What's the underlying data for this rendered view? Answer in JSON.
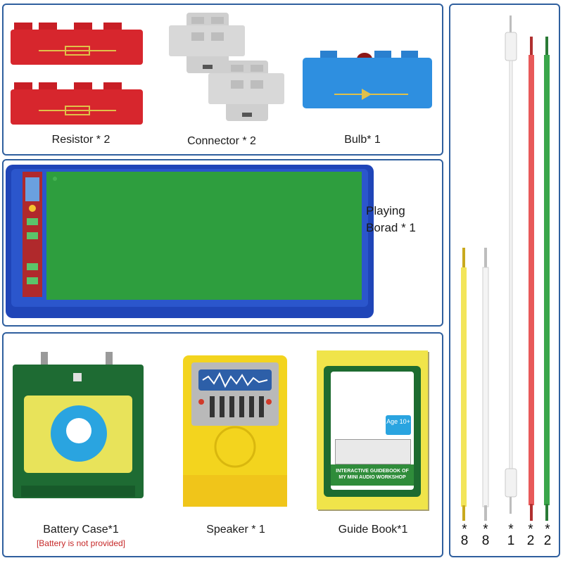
{
  "items": {
    "resistor": "Resistor * 2",
    "connector": "Connector * 2",
    "bulb": "Bulb* 1",
    "board_line1": "Playing",
    "board_line2": "Borad * 1",
    "battery": "Battery Case*1",
    "battery_note": "[Battery is not provided]",
    "speaker": "Speaker * 1",
    "guide": "Guide Book*1"
  },
  "book": {
    "age": "Age 10+",
    "title_line1": "INTERACTIVE GUIDEBOOK OF",
    "title_line2": "MY MINI AUDIO WORKSHOP"
  },
  "wires": [
    {
      "star": "*",
      "count": "8",
      "color": "#f3e55a"
    },
    {
      "star": "*",
      "count": "8",
      "color": "#f4f4f4"
    },
    {
      "star": "*",
      "count": "1",
      "color": "#f4f4f4"
    },
    {
      "star": "*",
      "count": "2",
      "color": "#e85a5a"
    },
    {
      "star": "*",
      "count": "2",
      "color": "#3aa64a"
    }
  ],
  "colors": {
    "border": "#2f5f9e",
    "board_blue": "#1f45b8",
    "board_green": "#2e9e3e",
    "brick_red": "#d7262d",
    "bulb_blue": "#2e8fe0",
    "warning": "#c62828"
  }
}
